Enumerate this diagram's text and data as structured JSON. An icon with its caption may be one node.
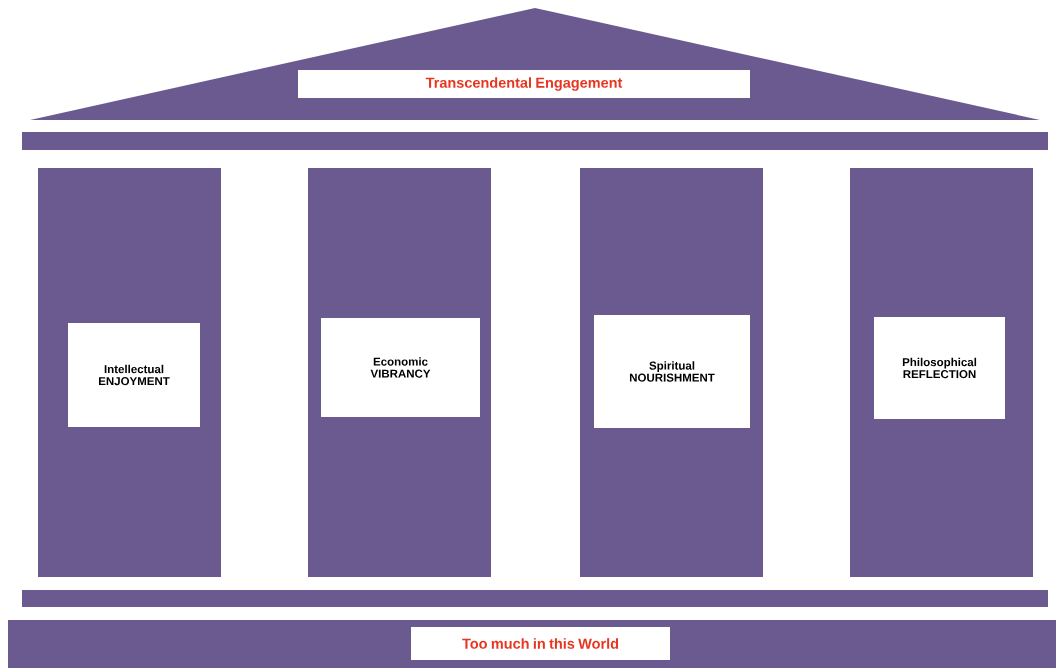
{
  "diagram": {
    "nodes": [
      {
        "text": [
          "Transcendental Engagement"
        ]
      },
      {
        "text": [
          "Intellectual ENJOYMENT"
        ]
      },
      {
        "text": [
          "Economic VIBRANCY"
        ]
      },
      {
        "text": [
          "Spiritual NOURISHMENT"
        ]
      },
      {
        "text": [
          "Philosophical REFLECTION"
        ]
      },
      {
        "text": [
          "Too much in this World"
        ]
      }
    ]
  }
}
